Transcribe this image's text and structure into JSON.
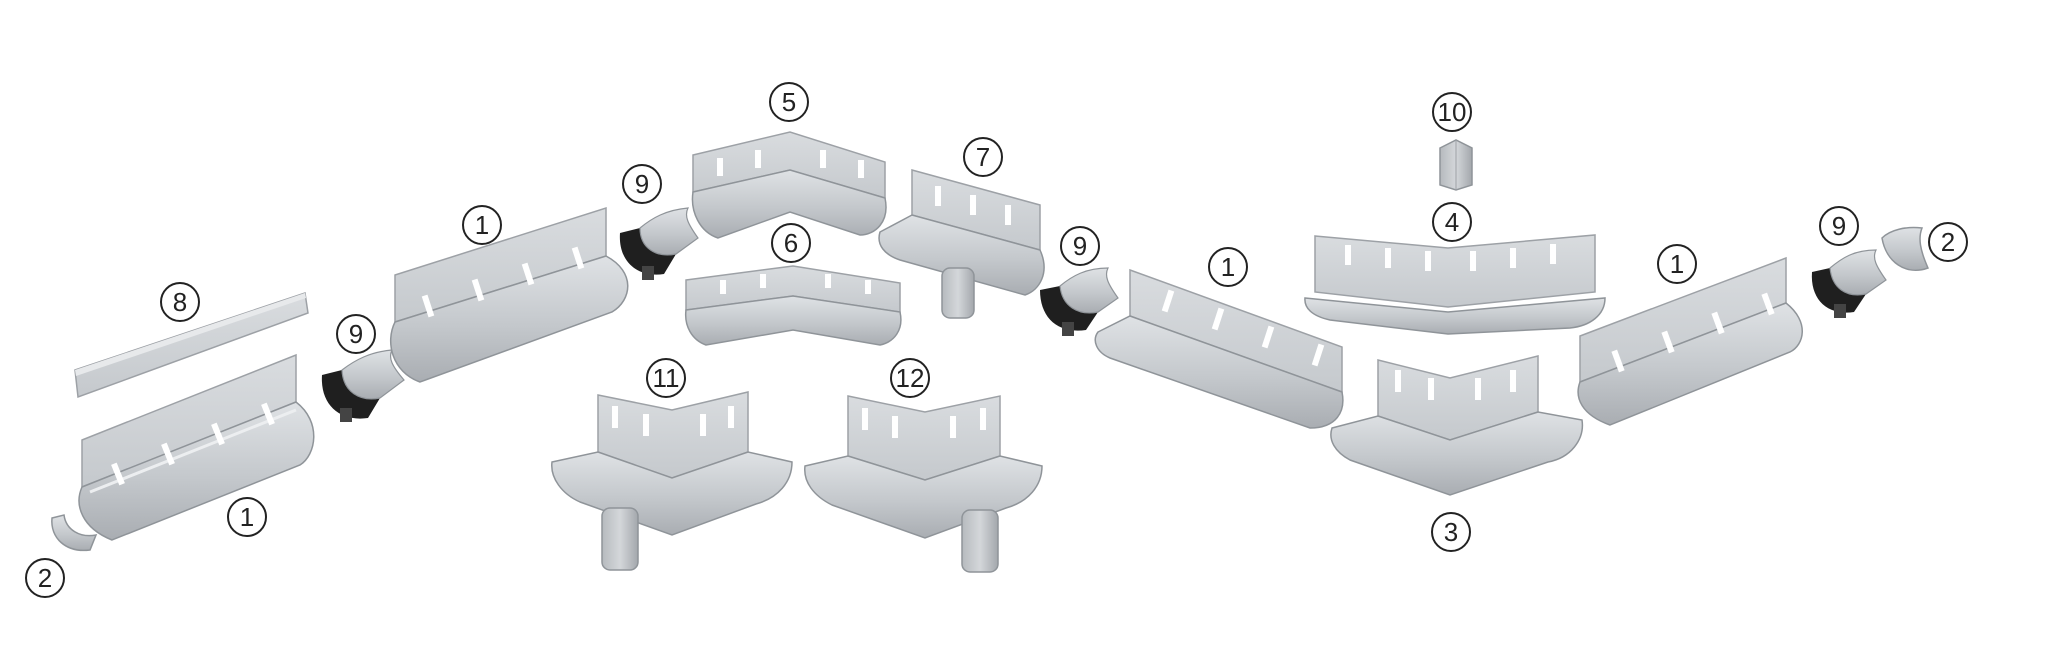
{
  "colors": {
    "metal_light": "#d6d9dc",
    "metal_mid": "#c2c6ca",
    "metal_dark": "#a7abb0",
    "edge": "#8f9499",
    "rubber": "#1f1f1f",
    "background": "#ffffff"
  },
  "callouts": [
    {
      "id": "c1",
      "label": "1"
    },
    {
      "id": "c2",
      "label": "2"
    },
    {
      "id": "c3",
      "label": "1"
    },
    {
      "id": "c4",
      "label": "9"
    },
    {
      "id": "c5",
      "label": "5"
    },
    {
      "id": "c6",
      "label": "7"
    },
    {
      "id": "c7",
      "label": "6"
    },
    {
      "id": "c8",
      "label": "9"
    },
    {
      "id": "c9",
      "label": "8"
    },
    {
      "id": "c10",
      "label": "9"
    },
    {
      "id": "c11",
      "label": "11"
    },
    {
      "id": "c12",
      "label": "12"
    },
    {
      "id": "c13",
      "label": "10"
    },
    {
      "id": "c14",
      "label": "4"
    },
    {
      "id": "c15",
      "label": "1"
    },
    {
      "id": "c16",
      "label": "3"
    },
    {
      "id": "c17",
      "label": "1"
    },
    {
      "id": "c18",
      "label": "9"
    },
    {
      "id": "c19",
      "label": "2"
    }
  ]
}
